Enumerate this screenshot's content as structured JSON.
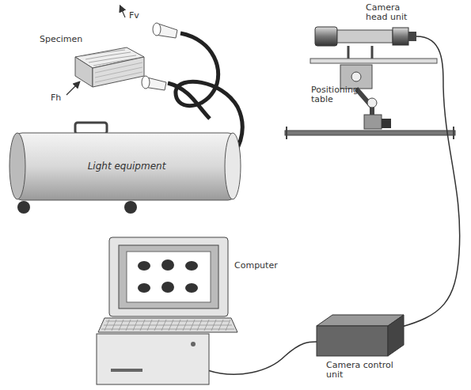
{
  "diagram": {
    "nodes": [
      {
        "text": [
          "Light equipment"
        ]
      }
    ],
    "labels": [
      "Specimen",
      "Fv",
      "Fh",
      "Camera head unit",
      "Positioning table",
      "Computer",
      "Camera control unit"
    ]
  }
}
